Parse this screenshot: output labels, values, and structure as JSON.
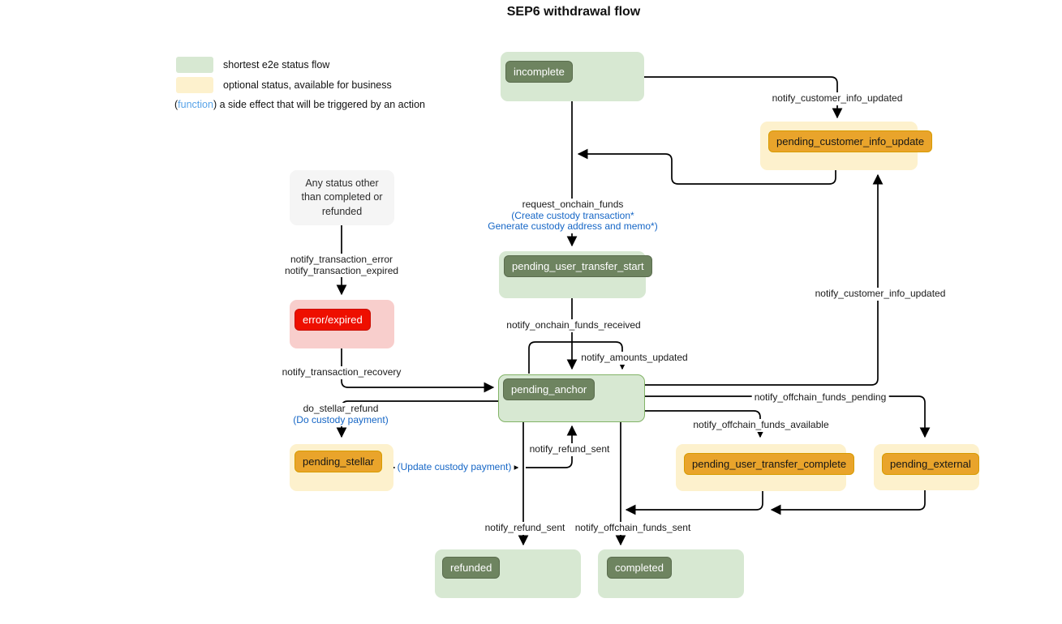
{
  "title": "SEP6 withdrawal flow",
  "legend": {
    "green_label": "shortest e2e status flow",
    "yellow_label": "optional status, available for business",
    "function_prefix": "(",
    "function_word": "function",
    "function_suffix": ")",
    "function_desc": " a side effect that will be triggered by an action"
  },
  "nodes": {
    "incomplete": "incomplete",
    "pending_customer_info_update": "pending_customer_info_update",
    "pending_user_transfer_start": "pending_user_transfer_start",
    "pending_anchor": "pending_anchor",
    "error_expired": "error/expired",
    "pending_stellar": "pending_stellar",
    "pending_user_transfer_complete": "pending_user_transfer_complete",
    "pending_external": "pending_external",
    "refunded": "refunded",
    "completed": "completed",
    "note": "Any status other than completed or refunded"
  },
  "edges": {
    "notify_customer_info_updated_top": "notify_customer_info_updated",
    "notify_customer_info_updated_right": "notify_customer_info_updated",
    "request_onchain_funds": "request_onchain_funds",
    "request_onchain_funds_fn1": "(Create custody transaction*",
    "request_onchain_funds_fn2": "Generate custody address and memo*)",
    "notify_onchain_funds_received": "notify_onchain_funds_received",
    "notify_amounts_updated": "notify_amounts_updated",
    "notify_transaction_error": "notify_transaction_error",
    "notify_transaction_expired": "notify_transaction_expired",
    "notify_transaction_recovery": "notify_transaction_recovery",
    "do_stellar_refund": "do_stellar_refund",
    "do_custody_payment": "(Do custody payment)",
    "update_custody_payment": "(Update custody payment)",
    "notify_refund_sent_upper": "notify_refund_sent",
    "notify_refund_sent_lower": "notify_refund_sent",
    "notify_offchain_funds_sent": "notify_offchain_funds_sent",
    "notify_offchain_funds_pending": "notify_offchain_funds_pending",
    "notify_offchain_funds_available": "notify_offchain_funds_available"
  },
  "colors": {
    "flow_green_bg": "#d7e8d2",
    "flow_green_badge": "#6e8460",
    "anchor_border": "#82b366",
    "optional_yellow_bg": "#fdf1cd",
    "optional_yellow_badge": "#e9a42b",
    "error_pink_bg": "#f8cecc",
    "error_red_badge": "#ee0f00",
    "note_gray_bg": "#f5f5f5",
    "function_blue": "#1566c6",
    "legend_function_blue": "#58a3e8",
    "edge_color": "#000000"
  }
}
